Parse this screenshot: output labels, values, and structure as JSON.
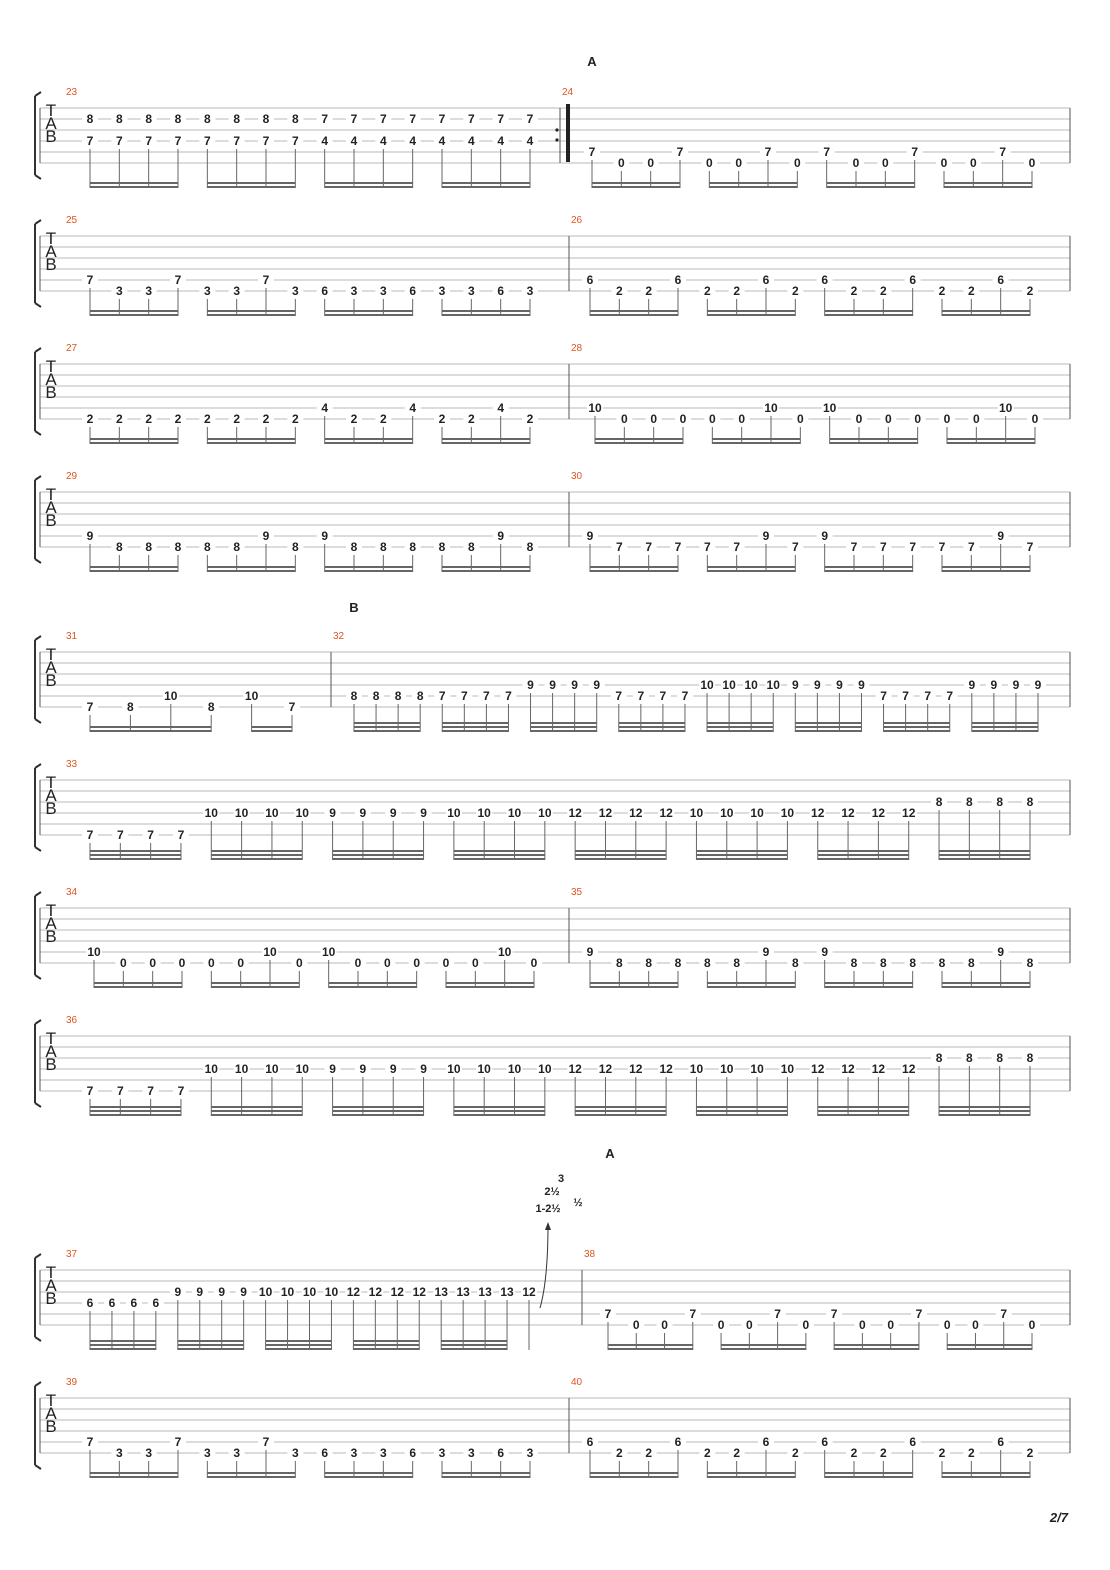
{
  "page_number": "2/7",
  "tab_letters": [
    "T",
    "A",
    "B"
  ],
  "sections": [
    {
      "label": "A"
    },
    {
      "label": "B"
    },
    {
      "label": "A"
    }
  ],
  "bend_labels": [
    "3",
    "2½",
    "1-2½",
    "½"
  ],
  "systems": [
    {
      "measures": [
        {
          "number": "23",
          "beats": [
            [
              "8",
              "7"
            ],
            [
              "8",
              "7"
            ],
            [
              "8",
              "7"
            ],
            [
              "8",
              "7"
            ],
            [
              "8",
              "7"
            ],
            [
              "8",
              "7"
            ],
            [
              "8",
              "7"
            ],
            [
              "8",
              "7"
            ],
            [
              "7",
              "4"
            ],
            [
              "7",
              "4"
            ],
            [
              "7",
              "4"
            ],
            [
              "7",
              "4"
            ],
            [
              "7",
              "4"
            ],
            [
              "7",
              "4"
            ],
            [
              "7",
              "4"
            ],
            [
              "7",
              "4"
            ]
          ]
        },
        {
          "number": "24",
          "beats": [
            [
              "7"
            ],
            [
              "0"
            ],
            [
              "0"
            ],
            [
              "7"
            ],
            [
              "0"
            ],
            [
              "0"
            ],
            [
              "7"
            ],
            [
              "0"
            ],
            [
              "7"
            ],
            [
              "0"
            ],
            [
              "0"
            ],
            [
              "7"
            ],
            [
              "0"
            ],
            [
              "0"
            ],
            [
              "7"
            ],
            [
              "0"
            ]
          ]
        }
      ]
    },
    {
      "measures": [
        {
          "number": "25",
          "beats": [
            [
              "7"
            ],
            [
              "3"
            ],
            [
              "3"
            ],
            [
              "7"
            ],
            [
              "3"
            ],
            [
              "3"
            ],
            [
              "7"
            ],
            [
              "3"
            ],
            [
              "6"
            ],
            [
              "3"
            ],
            [
              "3"
            ],
            [
              "6"
            ],
            [
              "3"
            ],
            [
              "3"
            ],
            [
              "6"
            ],
            [
              "3"
            ]
          ]
        },
        {
          "number": "26",
          "beats": [
            [
              "6"
            ],
            [
              "2"
            ],
            [
              "2"
            ],
            [
              "6"
            ],
            [
              "2"
            ],
            [
              "2"
            ],
            [
              "6"
            ],
            [
              "2"
            ],
            [
              "6"
            ],
            [
              "2"
            ],
            [
              "2"
            ],
            [
              "6"
            ],
            [
              "2"
            ],
            [
              "2"
            ],
            [
              "6"
            ],
            [
              "2"
            ]
          ]
        }
      ]
    },
    {
      "measures": [
        {
          "number": "27",
          "beats": [
            [
              "2"
            ],
            [
              "2"
            ],
            [
              "2"
            ],
            [
              "2"
            ],
            [
              "2"
            ],
            [
              "2"
            ],
            [
              "2"
            ],
            [
              "2"
            ],
            [
              "4"
            ],
            [
              "2"
            ],
            [
              "2"
            ],
            [
              "4"
            ],
            [
              "2"
            ],
            [
              "2"
            ],
            [
              "4"
            ],
            [
              "2"
            ]
          ]
        },
        {
          "number": "28",
          "beats": [
            [
              "10"
            ],
            [
              "0"
            ],
            [
              "0"
            ],
            [
              "0"
            ],
            [
              "0"
            ],
            [
              "0"
            ],
            [
              "10"
            ],
            [
              "0"
            ],
            [
              "10"
            ],
            [
              "0"
            ],
            [
              "0"
            ],
            [
              "0"
            ],
            [
              "0"
            ],
            [
              "0"
            ],
            [
              "10"
            ],
            [
              "0"
            ]
          ]
        }
      ]
    },
    {
      "measures": [
        {
          "number": "29",
          "beats": [
            [
              "9"
            ],
            [
              "8"
            ],
            [
              "8"
            ],
            [
              "8"
            ],
            [
              "8"
            ],
            [
              "8"
            ],
            [
              "9"
            ],
            [
              "8"
            ],
            [
              "9"
            ],
            [
              "8"
            ],
            [
              "8"
            ],
            [
              "8"
            ],
            [
              "8"
            ],
            [
              "8"
            ],
            [
              "9"
            ],
            [
              "8"
            ]
          ]
        },
        {
          "number": "30",
          "beats": [
            [
              "9"
            ],
            [
              "7"
            ],
            [
              "7"
            ],
            [
              "7"
            ],
            [
              "7"
            ],
            [
              "7"
            ],
            [
              "9"
            ],
            [
              "7"
            ],
            [
              "9"
            ],
            [
              "7"
            ],
            [
              "7"
            ],
            [
              "7"
            ],
            [
              "7"
            ],
            [
              "7"
            ],
            [
              "9"
            ],
            [
              "7"
            ]
          ]
        }
      ]
    },
    {
      "measures": [
        {
          "number": "31",
          "beats": [
            [
              "7"
            ],
            [
              "8"
            ],
            [
              "10"
            ],
            [
              "8"
            ],
            [
              "10"
            ],
            [
              "7"
            ]
          ]
        },
        {
          "number": "32",
          "beats": [
            [
              "8"
            ],
            [
              "8"
            ],
            [
              "8"
            ],
            [
              "8"
            ],
            [
              "7"
            ],
            [
              "7"
            ],
            [
              "7"
            ],
            [
              "7"
            ],
            [
              "9"
            ],
            [
              "9"
            ],
            [
              "9"
            ],
            [
              "9"
            ],
            [
              "7"
            ],
            [
              "7"
            ],
            [
              "7"
            ],
            [
              "7"
            ],
            [
              "10"
            ],
            [
              "10"
            ],
            [
              "10"
            ],
            [
              "10"
            ],
            [
              "9"
            ],
            [
              "9"
            ],
            [
              "9"
            ],
            [
              "9"
            ],
            [
              "7"
            ],
            [
              "7"
            ],
            [
              "7"
            ],
            [
              "7"
            ],
            [
              "9"
            ],
            [
              "9"
            ],
            [
              "9"
            ],
            [
              "9"
            ]
          ]
        }
      ]
    },
    {
      "measures": [
        {
          "number": "33",
          "beats": [
            [
              "7"
            ],
            [
              "7"
            ],
            [
              "7"
            ],
            [
              "7"
            ],
            [
              "10"
            ],
            [
              "10"
            ],
            [
              "10"
            ],
            [
              "10"
            ],
            [
              "9"
            ],
            [
              "9"
            ],
            [
              "9"
            ],
            [
              "9"
            ],
            [
              "10"
            ],
            [
              "10"
            ],
            [
              "10"
            ],
            [
              "10"
            ],
            [
              "12"
            ],
            [
              "12"
            ],
            [
              "12"
            ],
            [
              "12"
            ],
            [
              "10"
            ],
            [
              "10"
            ],
            [
              "10"
            ],
            [
              "10"
            ],
            [
              "12"
            ],
            [
              "12"
            ],
            [
              "12"
            ],
            [
              "12"
            ],
            [
              "8"
            ],
            [
              "8"
            ],
            [
              "8"
            ],
            [
              "8"
            ]
          ]
        }
      ]
    },
    {
      "measures": [
        {
          "number": "34",
          "beats": [
            [
              "10"
            ],
            [
              "0"
            ],
            [
              "0"
            ],
            [
              "0"
            ],
            [
              "0"
            ],
            [
              "0"
            ],
            [
              "10"
            ],
            [
              "0"
            ],
            [
              "10"
            ],
            [
              "0"
            ],
            [
              "0"
            ],
            [
              "0"
            ],
            [
              "0"
            ],
            [
              "0"
            ],
            [
              "10"
            ],
            [
              "0"
            ]
          ]
        },
        {
          "number": "35",
          "beats": [
            [
              "9"
            ],
            [
              "8"
            ],
            [
              "8"
            ],
            [
              "8"
            ],
            [
              "8"
            ],
            [
              "8"
            ],
            [
              "9"
            ],
            [
              "8"
            ],
            [
              "9"
            ],
            [
              "8"
            ],
            [
              "8"
            ],
            [
              "8"
            ],
            [
              "8"
            ],
            [
              "8"
            ],
            [
              "9"
            ],
            [
              "8"
            ]
          ]
        }
      ]
    },
    {
      "measures": [
        {
          "number": "36",
          "beats": [
            [
              "7"
            ],
            [
              "7"
            ],
            [
              "7"
            ],
            [
              "7"
            ],
            [
              "10"
            ],
            [
              "10"
            ],
            [
              "10"
            ],
            [
              "10"
            ],
            [
              "9"
            ],
            [
              "9"
            ],
            [
              "9"
            ],
            [
              "9"
            ],
            [
              "10"
            ],
            [
              "10"
            ],
            [
              "10"
            ],
            [
              "10"
            ],
            [
              "12"
            ],
            [
              "12"
            ],
            [
              "12"
            ],
            [
              "12"
            ],
            [
              "10"
            ],
            [
              "10"
            ],
            [
              "10"
            ],
            [
              "10"
            ],
            [
              "12"
            ],
            [
              "12"
            ],
            [
              "12"
            ],
            [
              "12"
            ],
            [
              "8"
            ],
            [
              "8"
            ],
            [
              "8"
            ],
            [
              "8"
            ]
          ]
        }
      ]
    },
    {
      "measures": [
        {
          "number": "37",
          "beats": [
            [
              "6"
            ],
            [
              "6"
            ],
            [
              "6"
            ],
            [
              "6"
            ],
            [
              "9"
            ],
            [
              "9"
            ],
            [
              "9"
            ],
            [
              "9"
            ],
            [
              "10"
            ],
            [
              "10"
            ],
            [
              "10"
            ],
            [
              "10"
            ],
            [
              "12"
            ],
            [
              "12"
            ],
            [
              "12"
            ],
            [
              "12"
            ],
            [
              "13"
            ],
            [
              "13"
            ],
            [
              "13"
            ],
            [
              "13"
            ],
            [
              "12"
            ]
          ]
        },
        {
          "number": "38",
          "beats": [
            [
              "7"
            ],
            [
              "0"
            ],
            [
              "0"
            ],
            [
              "7"
            ],
            [
              "0"
            ],
            [
              "0"
            ],
            [
              "7"
            ],
            [
              "0"
            ],
            [
              "7"
            ],
            [
              "0"
            ],
            [
              "0"
            ],
            [
              "7"
            ],
            [
              "0"
            ],
            [
              "0"
            ],
            [
              "7"
            ],
            [
              "0"
            ]
          ]
        }
      ]
    },
    {
      "measures": [
        {
          "number": "39",
          "beats": [
            [
              "7"
            ],
            [
              "3"
            ],
            [
              "3"
            ],
            [
              "7"
            ],
            [
              "3"
            ],
            [
              "3"
            ],
            [
              "7"
            ],
            [
              "3"
            ],
            [
              "6"
            ],
            [
              "3"
            ],
            [
              "3"
            ],
            [
              "6"
            ],
            [
              "3"
            ],
            [
              "3"
            ],
            [
              "6"
            ],
            [
              "3"
            ]
          ]
        },
        {
          "number": "40",
          "beats": [
            [
              "6"
            ],
            [
              "2"
            ],
            [
              "2"
            ],
            [
              "6"
            ],
            [
              "2"
            ],
            [
              "2"
            ],
            [
              "6"
            ],
            [
              "2"
            ],
            [
              "6"
            ],
            [
              "2"
            ],
            [
              "2"
            ],
            [
              "6"
            ],
            [
              "2"
            ],
            [
              "2"
            ],
            [
              "6"
            ],
            [
              "2"
            ]
          ]
        }
      ]
    }
  ]
}
